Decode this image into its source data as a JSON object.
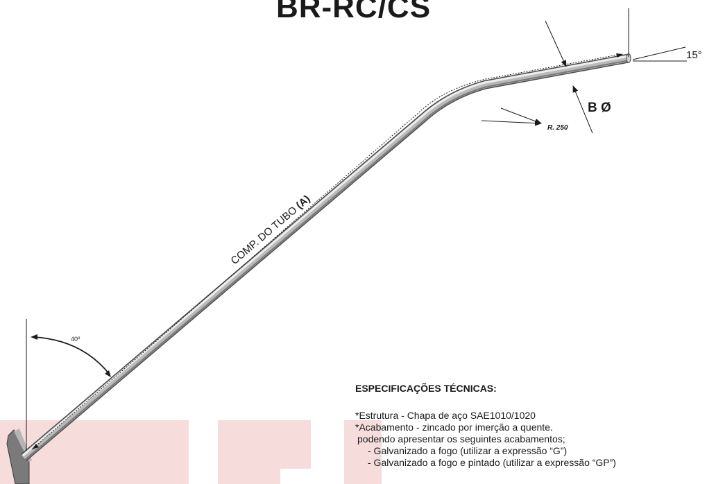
{
  "title": "BR-RC/CS",
  "labels": {
    "angle_top": "15°",
    "diameter": "B Ø",
    "radius": "R. 250",
    "length": "COMP. DO TUBO ",
    "length_bold": "(A)",
    "angle_base": "40º"
  },
  "specs": {
    "heading": "ESPECIFICAÇÕES TÉCNICAS:",
    "lines": [
      "*Estrutura - Chapa de aço SAE1010/1020",
      "*Acabamento - zincado por imerção a quente.",
      "podendo apresentar os seguintes acabamentos;",
      "- Galvanizado a fogo (utilizar a expressão “G”)",
      "- Galvanizado a fogo e pintado (utilizar a expressão “GP”)"
    ]
  },
  "colors": {
    "watermark": "#f6dada",
    "tube_light": "#e4e4e4",
    "tube_dark": "#6c6c6c",
    "ink": "#1a1a1a"
  }
}
